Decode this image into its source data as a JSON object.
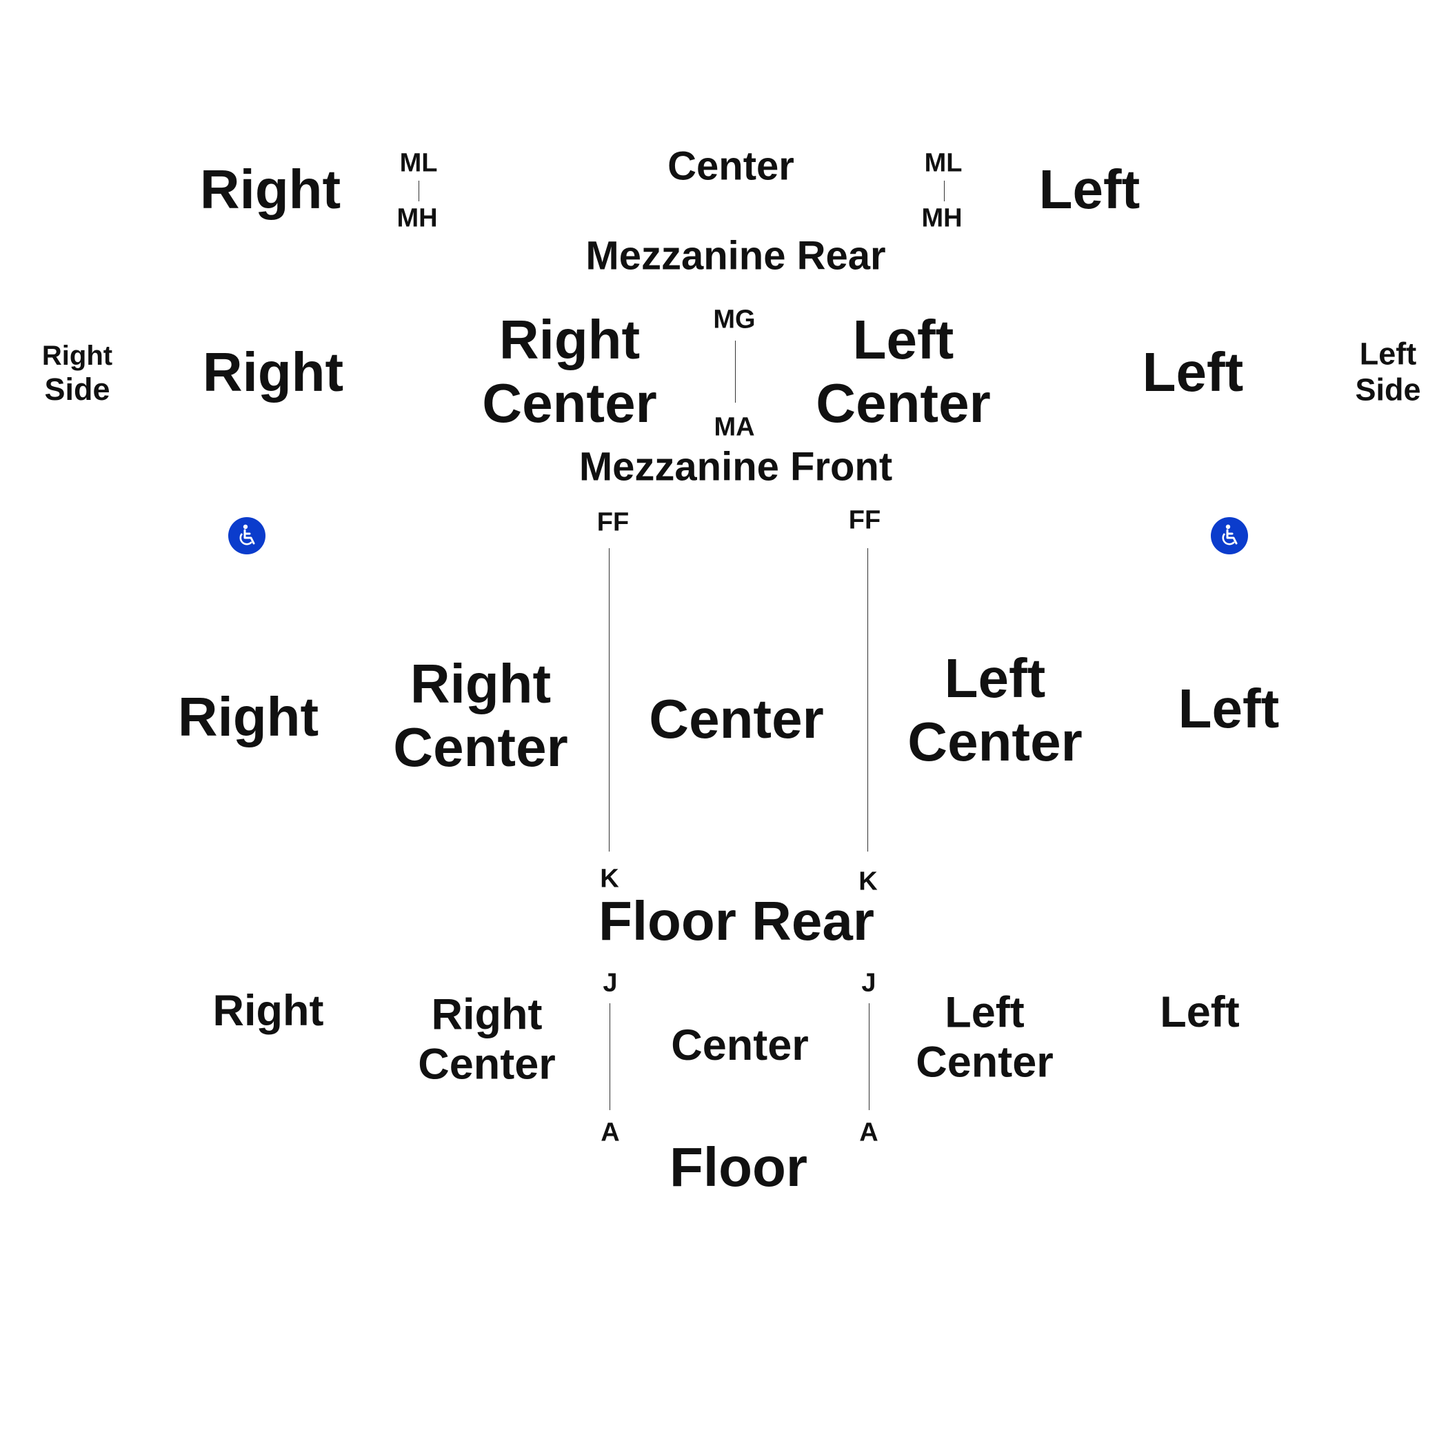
{
  "colors": {
    "accessible_badge": "#0b3ccc",
    "text": "#111111",
    "background": "#ffffff"
  },
  "mezzanine_rear": {
    "right": "Right",
    "center": "Center",
    "left": "Left",
    "section": "Mezzanine Rear",
    "right_rows": {
      "top": "ML",
      "bottom": "MH"
    },
    "left_rows": {
      "top": "ML",
      "bottom": "MH"
    }
  },
  "mezzanine_front": {
    "right_side": {
      "line1": "Right",
      "line2": "Side"
    },
    "right": "Right",
    "right_center": {
      "line1": "Right",
      "line2": "Center"
    },
    "center_rows": {
      "top": "MG",
      "bottom": "MA"
    },
    "left_center": {
      "line1": "Left",
      "line2": "Center"
    },
    "left": "Left",
    "left_side": {
      "line1": "Left",
      "line2": "Side"
    },
    "section": "Mezzanine Front"
  },
  "accessibility": {
    "left_icon": "wheelchair-icon",
    "right_icon": "wheelchair-icon"
  },
  "floor_rear": {
    "right": "Right",
    "right_center": {
      "line1": "Right",
      "line2": "Center"
    },
    "center": "Center",
    "left_center": {
      "line1": "Left",
      "line2": "Center"
    },
    "left": "Left",
    "section": "Floor Rear",
    "aisle_left_rows": {
      "top": "FF",
      "bottom": "K"
    },
    "aisle_right_rows": {
      "top": "FF",
      "bottom": "K"
    }
  },
  "floor": {
    "right": "Right",
    "right_center": {
      "line1": "Right",
      "line2": "Center"
    },
    "center": "Center",
    "left_center": {
      "line1": "Left",
      "line2": "Center"
    },
    "left": "Left",
    "section": "Floor",
    "aisle_left_rows": {
      "top": "J",
      "bottom": "A"
    },
    "aisle_right_rows": {
      "top": "J",
      "bottom": "A"
    }
  }
}
